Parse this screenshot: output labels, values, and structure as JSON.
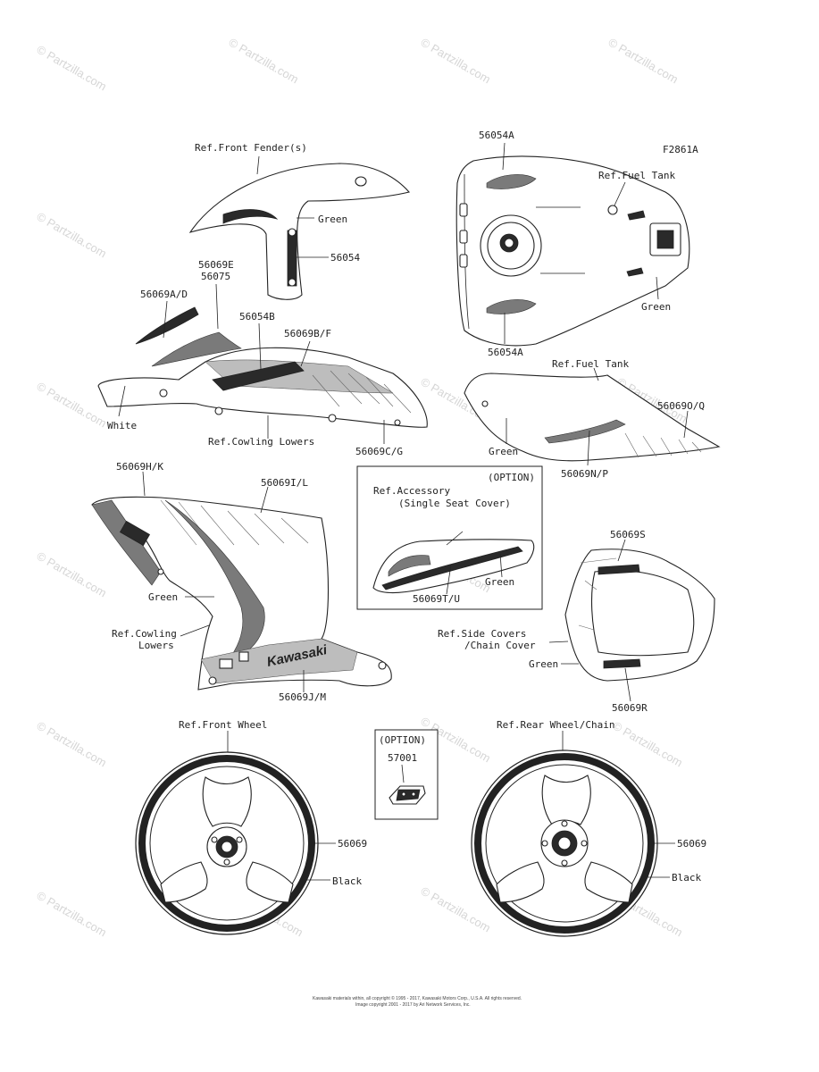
{
  "figure_code": "F2861A",
  "watermark": "© Partzilla.com",
  "labels": {
    "ref_front_fender": "Ref.Front Fender(s)",
    "fender_green": "Green",
    "fender_56054": "56054",
    "tank_56054a_top": "56054A",
    "ref_fuel_tank_top": "Ref.Fuel Tank",
    "tank_green": "Green",
    "tank_56054a_bottom": "56054A",
    "upper_56069e": "56069E",
    "upper_56075": "56075",
    "upper_56069ad": "56069A/D",
    "upper_56054b": "56054B",
    "upper_56069bf": "56069B/F",
    "upper_white": "White",
    "upper_ref_cowling_lowers": "Ref.Cowling Lowers",
    "upper_56069cg": "56069C/G",
    "ref_fuel_tank_side": "Ref.Fuel Tank",
    "side_56069oq": "56069O/Q",
    "side_green": "Green",
    "side_56069np": "56069N/P",
    "lower_56069hk": "56069H/K",
    "lower_56069il": "56069I/L",
    "lower_green": "Green",
    "lower_ref_cowling": "Ref.Cowling",
    "lower_lowers": "Lowers",
    "lower_56069jm": "56069J/M",
    "lower_brand": "Kawasaki",
    "option1_title": "(OPTION)",
    "option1_ref_accessory": "Ref.Accessory",
    "option1_single_seat": "(Single Seat Cover)",
    "option1_green": "Green",
    "option1_56069tu": "56069T/U",
    "seat_56069s": "56069S",
    "seat_ref_side_covers": "Ref.Side Covers",
    "seat_chain_cover": "/Chain Cover",
    "seat_green": "Green",
    "seat_56069r": "56069R",
    "ref_front_wheel": "Ref.Front Wheel",
    "front_56069": "56069",
    "front_black": "Black",
    "option2_title": "(OPTION)",
    "option2_57001": "57001",
    "ref_rear_wheel": "Ref.Rear Wheel/Chain",
    "rear_56069": "56069",
    "rear_black": "Black"
  },
  "footer": {
    "line1": "Kawasaki materials within, all copyright © 1995 - 2017, Kawasaki Motors Corp., U.S.A. All rights reserved.",
    "line2": "Image copyright 2001 - 2017 by Ari Network Services, Inc."
  }
}
